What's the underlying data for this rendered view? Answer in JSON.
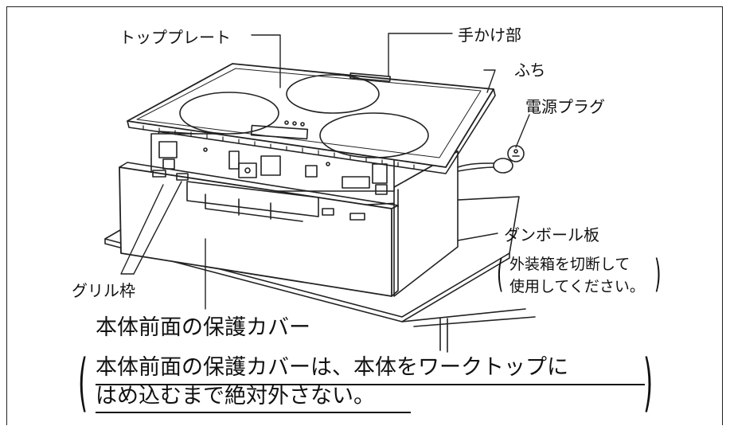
{
  "labels": {
    "top_plate": "トッププレート",
    "handle": "手かけ部",
    "rim": "ふち",
    "power_plug": "電源プラグ",
    "cardboard": "ダンボール板",
    "cardboard_note_line1": "外装箱を切断して",
    "cardboard_note_line2": "使用してください。",
    "grill_frame": "グリル枠"
  },
  "caption": {
    "title": "本体前面の保護カバー",
    "warning_line1": "本体前面の保護カバーは、本体をワークトップに",
    "warning_line2": "はめ込むまで絶対外さない。"
  }
}
